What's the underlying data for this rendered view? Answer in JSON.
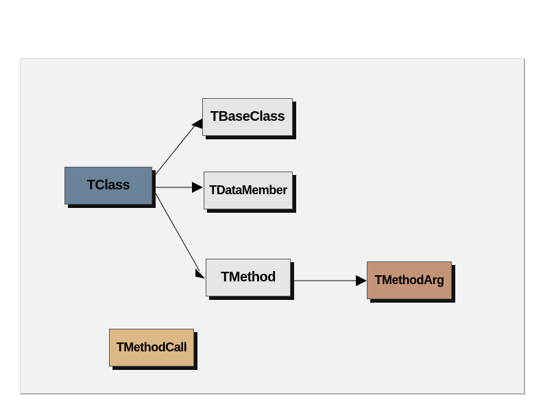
{
  "colors": {
    "tclass": "#6b8399",
    "light": "#e6e6e6",
    "tmethodarg": "#c49479",
    "tmethodcall": "#ddb887"
  },
  "nodes": {
    "tclass": "TClass",
    "tbaseclass": "TBaseClass",
    "tdatamember": "TDataMember",
    "tmethod": "TMethod",
    "tmethodarg": "TMethodArg",
    "tmethodcall": "TMethodCall"
  }
}
